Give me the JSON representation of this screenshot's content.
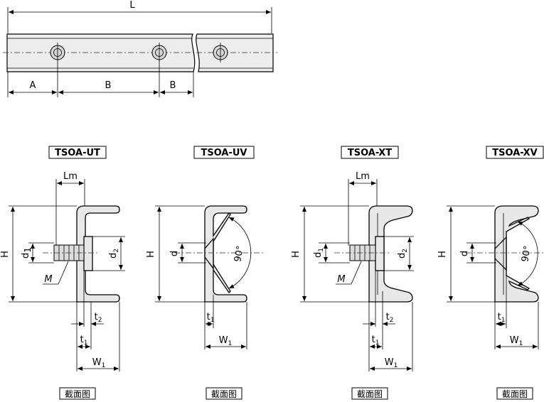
{
  "top_view": {
    "dim_L": "L",
    "dim_A": "A",
    "dim_B_middle": "B",
    "dim_B_end": "B"
  },
  "sections": [
    {
      "title": "TSOA-UT",
      "labels": {
        "Lm": "Lm",
        "H": "H",
        "d1": "d",
        "d1_sub": "1",
        "d2": "d",
        "d2_sub": "2",
        "M": "M",
        "t1": "t",
        "t1_sub": "1",
        "t2": "t",
        "t2_sub": "2",
        "W1": "W",
        "W1_sub": "1"
      },
      "caption": "截面图"
    },
    {
      "title": "TSOA-UV",
      "labels": {
        "H": "H",
        "d": "d",
        "angle": "90°",
        "t1": "t",
        "t1_sub": "1",
        "W1": "W",
        "W1_sub": "1"
      },
      "caption": "截面图"
    },
    {
      "title": "TSOA-XT",
      "labels": {
        "Lm": "Lm",
        "H": "H",
        "d1": "d",
        "d1_sub": "1",
        "d2": "d",
        "d2_sub": "2",
        "M": "M",
        "t1": "t",
        "t1_sub": "1",
        "t2": "t",
        "t2_sub": "2",
        "W1": "W",
        "W1_sub": "1"
      },
      "caption": "截面图"
    },
    {
      "title": "TSOA-XV",
      "labels": {
        "H": "H",
        "d": "d",
        "angle": "90°",
        "t1": "t",
        "t1_sub": "1",
        "W1": "W",
        "W1_sub": "1"
      },
      "caption": "截面图"
    }
  ]
}
